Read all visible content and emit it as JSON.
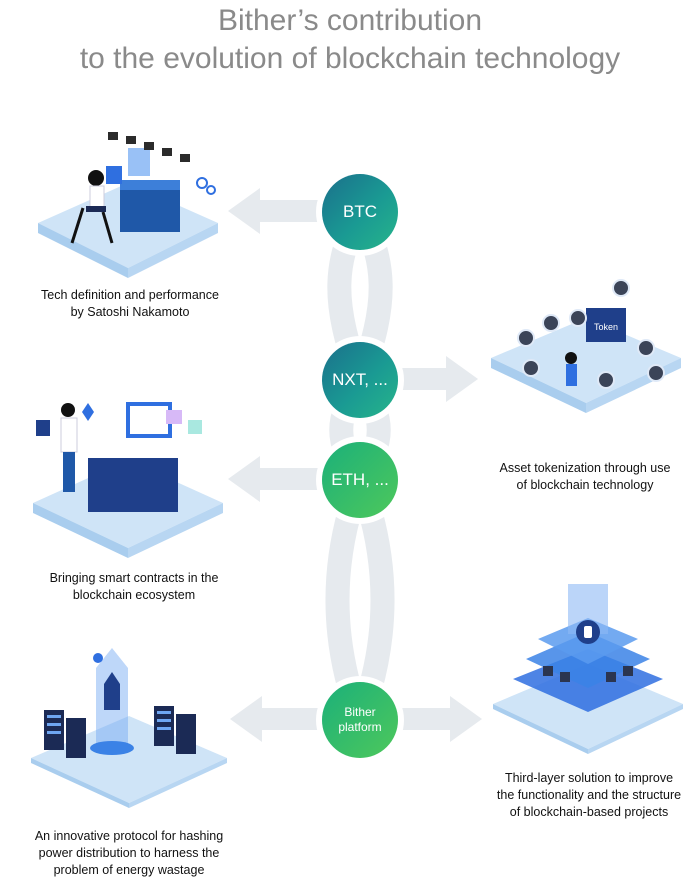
{
  "title": {
    "line1": "Bither’s contribution",
    "line2": "to the evolution of blockchain technology"
  },
  "nodes": {
    "btc": "BTC",
    "nxt": "NXT, ...",
    "eth": "ETH, ...",
    "bither_line1": "Bither",
    "bither_line2": "platform"
  },
  "left": [
    {
      "caption_line1": "Tech definition and performance",
      "caption_line2": "by Satoshi Nakamoto"
    },
    {
      "caption_line1": "Bringing smart contracts in the",
      "caption_line2": "blockchain ecosystem"
    },
    {
      "caption_line1": "An innovative protocol for hashing",
      "caption_line2": "power distribution to harness the",
      "caption_line3": "problem of energy wastage"
    }
  ],
  "right": [
    {
      "caption_line1": "Asset tokenization through use",
      "caption_line2": "of blockchain technology",
      "token_label": "Token"
    },
    {
      "caption_line1": "Third-layer solution to improve",
      "caption_line2": "the functionality and the structure",
      "caption_line3": "of blockchain-based projects"
    }
  ],
  "colors": {
    "arrow": "#eceff2",
    "node_teal": "#1a9a93",
    "node_green": "#3cc06a",
    "platform": "#cfe4f7",
    "accent_blue": "#2f6fe0"
  },
  "icons": [
    "workspace-illustration",
    "token-network-illustration",
    "developer-desk-illustration",
    "server-rocket-illustration",
    "layered-platform-illustration"
  ]
}
